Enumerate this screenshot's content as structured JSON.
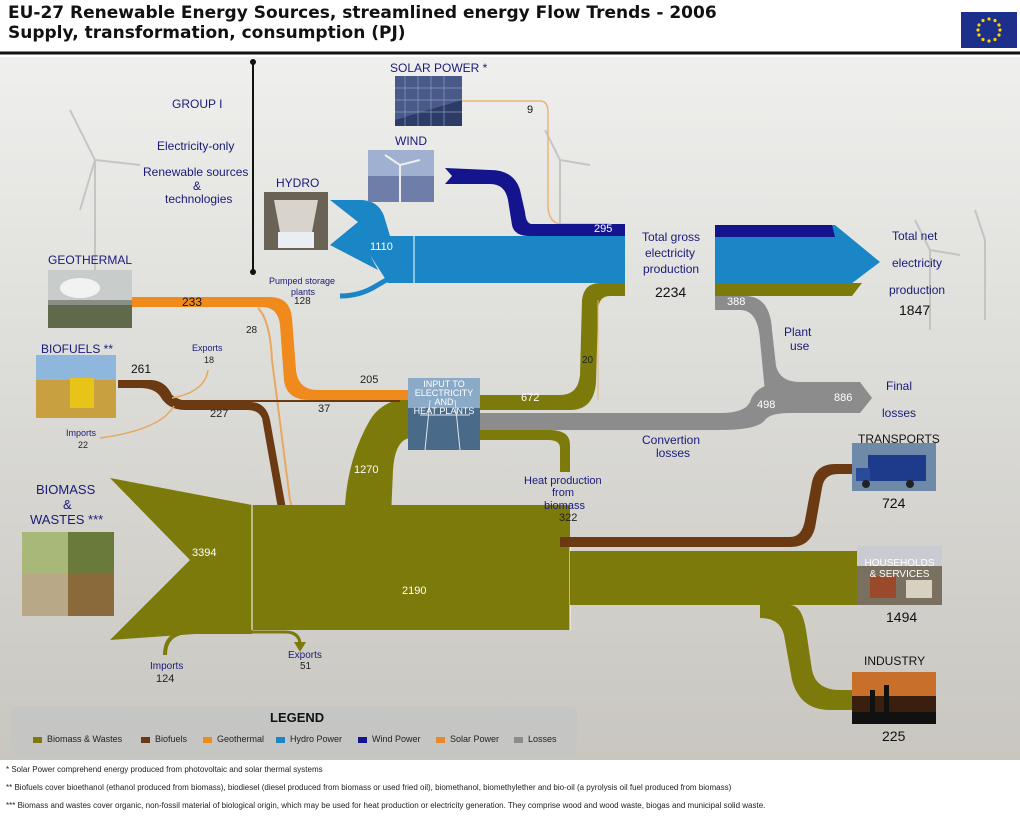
{
  "header": {
    "title_line1": "EU-27 Renewable Energy Sources, streamlined energy Flow Trends - 2006",
    "title_line2": "Supply, transformation, consumption (PJ)"
  },
  "group": {
    "title": "GROUP I",
    "line1": "Electricity-only",
    "line2": "Renewable sources",
    "line3": "&",
    "line4": "technologies"
  },
  "sources": {
    "solar": "SOLAR POWER *",
    "wind": "WIND",
    "hydro": "HYDRO",
    "geothermal": "GEOTHERMAL",
    "biofuels": "BIOFUELS **",
    "biomass_1": "BIOMASS",
    "biomass_2": "&",
    "biomass_3": "WASTES ***"
  },
  "nodes": {
    "pumped_1": "Pumped storage",
    "pumped_2": "plants",
    "input_1": "INPUT TO",
    "input_2": "ELECTRICITY",
    "input_3": "AND",
    "input_4": "HEAT PLANTS",
    "gross_1": "Total gross",
    "gross_2": "electricity",
    "gross_3": "production",
    "net_1": "Total net",
    "net_2": "electricity",
    "net_3": "production",
    "plant_use_1": "Plant",
    "plant_use_2": "use",
    "final_losses_1": "Final",
    "final_losses_2": "losses",
    "conversion_1": "Convertion",
    "conversion_2": "losses",
    "heat_1": "Heat production",
    "heat_2": "from",
    "heat_3": "biomass",
    "transports": "TRANSPORTS",
    "households_1": "HOUSEHOLDS",
    "households_2": "& SERVICES",
    "industry": "INDUSTRY",
    "exports": "Exports",
    "imports": "Imports"
  },
  "values": {
    "solar": "9",
    "wind": "295",
    "hydro": "1110",
    "pumped": "128",
    "geothermal": "233",
    "geo_branch": "28",
    "biofuels": "261",
    "biofuel_exports": "18",
    "biofuel_imports": "22",
    "biofuel_main": "227",
    "geo_input": "205",
    "biofuel_input": "37",
    "gross": "2234",
    "net": "1847",
    "plant_use": "388",
    "input_to_elec": "672",
    "heat_small": "20",
    "conv_losses": "498",
    "final_losses": "886",
    "biomass_to_input": "1270",
    "biomass": "3394",
    "biomass_main": "2190",
    "heat": "322",
    "transports": "724",
    "households": "1494",
    "industry": "225",
    "biomass_imports": "124",
    "biomass_exports": "51"
  },
  "legend": {
    "title": "LEGEND",
    "items": [
      {
        "label": "Biomass & Wastes",
        "color": "#7d7a0c"
      },
      {
        "label": "Biofuels",
        "color": "#6b3a12"
      },
      {
        "label": "Geothermal",
        "color": "#f08a1c"
      },
      {
        "label": "Hydro Power",
        "color": "#1a86c6"
      },
      {
        "label": "Wind Power",
        "color": "#14148e"
      },
      {
        "label": "Solar Power",
        "color": "#e88a2c"
      },
      {
        "label": "Losses",
        "color": "#8c8c8c"
      }
    ]
  },
  "footnotes": {
    "f1": "* Solar Power comprehend energy produced from photovoltaic and solar thermal systems",
    "f2": "** Biofuels cover bioethanol (ethanol produced from biomass), biodiesel (diesel produced from biomass or used fried oil), biomethanol, biomethylether and bio-oil (a pyrolysis oil fuel produced from biomass)",
    "f3": "*** Biomass and wastes cover organic, non-fossil material of biological origin, which may be used for heat production or electricity generation. They comprise wood and wood waste, biogas and municipal solid waste."
  },
  "colors": {
    "biomass": "#7d7a0c",
    "biofuels": "#6b3a12",
    "geothermal": "#f08a1c",
    "hydro": "#1a86c6",
    "wind": "#14148e",
    "solar": "#e8a860",
    "losses": "#8c8c8c",
    "eu_flag": "#1c2f8a"
  }
}
